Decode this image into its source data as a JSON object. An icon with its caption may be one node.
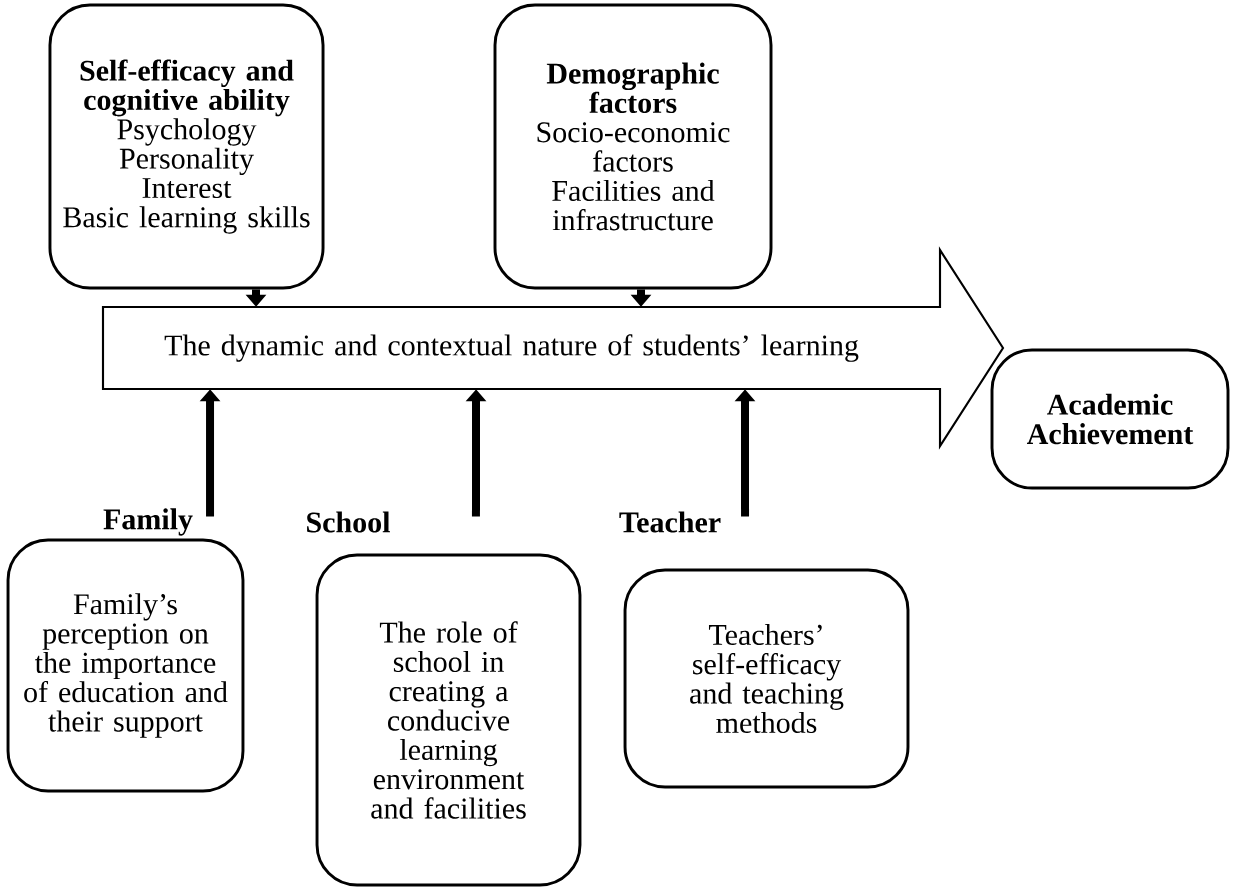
{
  "diagram": {
    "nodes": [
      {
        "text": [
          "Self-efficacy and cognitive ability",
          "Psychology",
          "Personality",
          "Interest",
          "Basic learning skills"
        ]
      },
      {
        "text": [
          "Demographic factors",
          "Socio-economic factors",
          "Facilities and infrastructure"
        ]
      },
      {
        "text": [
          "The dynamic and contextual nature of students’ learning"
        ]
      },
      {
        "text": [
          "Academic Achievement"
        ]
      },
      {
        "text": [
          "Family",
          "Family’s perception on the importance of education and their support"
        ]
      },
      {
        "text": [
          "School",
          "The role of school in creating a conducive learning environment and facilities"
        ]
      },
      {
        "text": [
          "Teacher",
          "Teachers’ self-efficacy and teaching methods"
        ]
      }
    ],
    "edges": [
      {
        "from": 0,
        "to": 2,
        "arrow": "to"
      },
      {
        "from": 1,
        "to": 2,
        "arrow": "to"
      },
      {
        "from": 4,
        "to": 2,
        "arrow": "to"
      },
      {
        "from": 5,
        "to": 2,
        "arrow": "to"
      },
      {
        "from": 6,
        "to": 2,
        "arrow": "to"
      }
    ]
  }
}
